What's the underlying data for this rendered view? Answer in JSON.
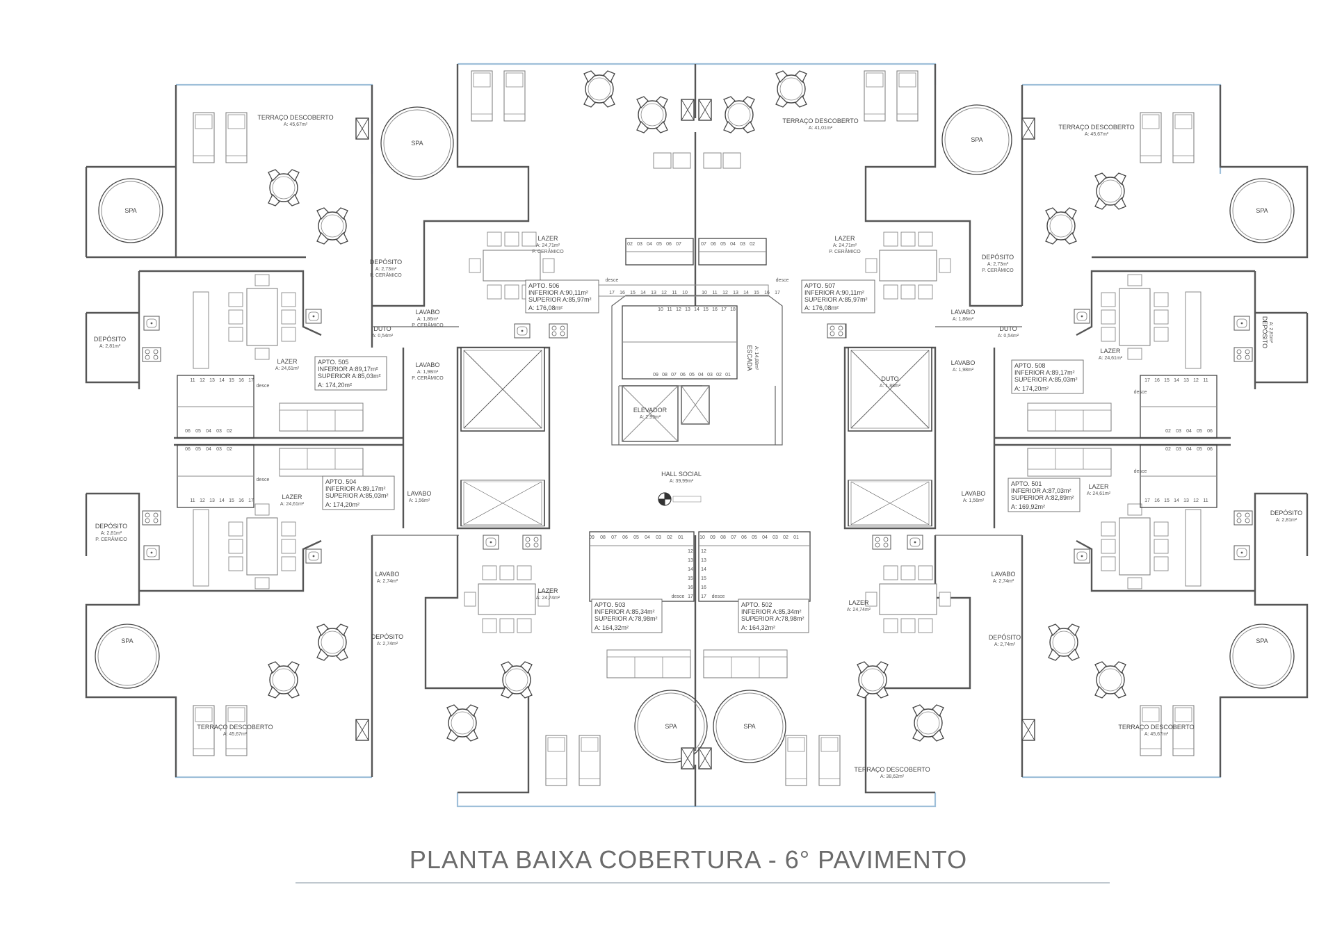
{
  "title": "PLANTA BAIXA  COBERTURA - 6° PAVIMENTO",
  "terraces": [
    {
      "id": "t-tl",
      "name": "TERRAÇO DESCOBERTO",
      "area": "A: 45,67m²"
    },
    {
      "id": "t-tc",
      "name": "TERRAÇO DESCOBERTO",
      "area": "A: 41,01m²"
    },
    {
      "id": "t-tr",
      "name": "TERRAÇO DESCOBERTO",
      "area": "A: 45,67m²"
    },
    {
      "id": "t-bl",
      "name": "TERRAÇO DESCOBERTO",
      "area": "A: 45,67m²"
    },
    {
      "id": "t-bc",
      "name": "TERRAÇO DESCOBERTO",
      "area": "A: 38,62m²"
    },
    {
      "id": "t-br",
      "name": "TERRAÇO DESCOBERTO",
      "area": "A: 45,67m²"
    }
  ],
  "spa_label": "SPA",
  "lazer": [
    {
      "id": "lz-506",
      "name": "LAZER",
      "area": "A: 24,71m²",
      "finish": "P. CERÂMICO"
    },
    {
      "id": "lz-507",
      "name": "LAZER",
      "area": "A: 24,71m²",
      "finish": "P. CERÂMICO"
    },
    {
      "id": "lz-505",
      "name": "LAZER",
      "area": "A: 24,61m²",
      "finish": ""
    },
    {
      "id": "lz-508",
      "name": "LAZER",
      "area": "A: 24,61m²",
      "finish": ""
    },
    {
      "id": "lz-504",
      "name": "LAZER",
      "area": "A: 24,61m²",
      "finish": ""
    },
    {
      "id": "lz-501",
      "name": "LAZER",
      "area": "A: 24,61m²",
      "finish": ""
    },
    {
      "id": "lz-503",
      "name": "LAZER",
      "area": "A: 24,74m²",
      "finish": ""
    },
    {
      "id": "lz-502",
      "name": "LAZER",
      "area": "A: 24,74m²",
      "finish": ""
    }
  ],
  "apartments": [
    {
      "id": "a506",
      "apto": "APTO. 506",
      "inferior": "INFERIOR A:90,11m²",
      "superior": "SUPERIOR A:85,97m²",
      "total": "A: 176,08m²"
    },
    {
      "id": "a507",
      "apto": "APTO. 507",
      "inferior": "INFERIOR A:90,11m²",
      "superior": "SUPERIOR A:85,97m²",
      "total": "A: 176,08m²"
    },
    {
      "id": "a505",
      "apto": "APTO. 505",
      "inferior": "INFERIOR A:89,17m²",
      "superior": "SUPERIOR A:85,03m²",
      "total": "A: 174,20m²"
    },
    {
      "id": "a508",
      "apto": "APTO. 508",
      "inferior": "INFERIOR A:89,17m²",
      "superior": "SUPERIOR A:85,03m²",
      "total": "A: 174,20m²"
    },
    {
      "id": "a504",
      "apto": "APTO. 504",
      "inferior": "INFERIOR A:89,17m²",
      "superior": "SUPERIOR A:85,03m²",
      "total": "A: 174,20m²"
    },
    {
      "id": "a501",
      "apto": "APTO. 501",
      "inferior": "INFERIOR A:87,03m²",
      "superior": "SUPERIOR A:82,89m²",
      "total": "A: 169,92m²"
    },
    {
      "id": "a503",
      "apto": "APTO. 503",
      "inferior": "INFERIOR A:85,34m²",
      "superior": "SUPERIOR A:78,98m²",
      "total": "A: 164,32m²"
    },
    {
      "id": "a502",
      "apto": "APTO. 502",
      "inferior": "INFERIOR A:85,34m²",
      "superior": "SUPERIOR A:78,98m²",
      "total": "A: 164,32m²"
    }
  ],
  "depositos": [
    {
      "id": "d1",
      "name": "DEPÓSITO",
      "area": "A: 2,73m²",
      "finish": "P. CERÂMICO"
    },
    {
      "id": "d2",
      "name": "DEPÓSITO",
      "area": "A: 2,73m²",
      "finish": "P. CERÂMICO"
    },
    {
      "id": "d3",
      "name": "DEPÓSITO",
      "area": "A: 2,81m²",
      "finish": ""
    },
    {
      "id": "d4",
      "name": "DEPÓSITO",
      "area": "A: 2,81m²",
      "finish": ""
    },
    {
      "id": "d5",
      "name": "DEPÓSITO",
      "area": "A: 2,81m²",
      "finish": "P. CERÂMICO"
    },
    {
      "id": "d6",
      "name": "DEPÓSITO",
      "area": "A: 2,81m²",
      "finish": ""
    },
    {
      "id": "d7",
      "name": "DEPÓSITO",
      "area": "A: 2,74m²",
      "finish": ""
    },
    {
      "id": "d8",
      "name": "DEPÓSITO",
      "area": "A: 2,74m²",
      "finish": ""
    }
  ],
  "lavabos": [
    {
      "id": "lv1",
      "name": "LAVABO",
      "area": "A: 1,86m²",
      "finish": "P. CERÂMICO"
    },
    {
      "id": "lv2",
      "name": "LAVABO",
      "area": "A: 1,86m²",
      "finish": ""
    },
    {
      "id": "lv3",
      "name": "LAVABO",
      "area": "A: 1,98m²",
      "finish": "P. CERÂMICO"
    },
    {
      "id": "lv4",
      "name": "LAVABO",
      "area": "A: 1,98m²",
      "finish": ""
    },
    {
      "id": "lv5",
      "name": "LAVABO",
      "area": "A: 1,56m²",
      "finish": ""
    },
    {
      "id": "lv6",
      "name": "LAVABO",
      "area": "A: 1,56m²",
      "finish": ""
    },
    {
      "id": "lv7",
      "name": "LAVABO",
      "area": "A: 2,74m²",
      "finish": ""
    },
    {
      "id": "lv8",
      "name": "LAVABO",
      "area": "A: 2,74m²",
      "finish": ""
    }
  ],
  "dutos": [
    {
      "id": "du1",
      "name": "DUTO",
      "area": "A: 0,54m²"
    },
    {
      "id": "du2",
      "name": "DUTO",
      "area": "A: 0,54m²"
    },
    {
      "id": "du3",
      "name": "DUTO",
      "area": "A: 1,88m²"
    }
  ],
  "core": {
    "escada": "ESCADA",
    "escada_area": "A: 14,88m²",
    "elevador": "ELEVADOR",
    "elevador_area": "A: 2,99m²",
    "hall": "HALL SOCIAL",
    "hall_area": "A: 39,99m²"
  },
  "desce": "desce",
  "steps": {
    "top_left_upper": [
      "02",
      "03",
      "04",
      "05",
      "06",
      "07"
    ],
    "top_left_lower": [
      "17",
      "16",
      "15",
      "14",
      "13",
      "12",
      "11",
      "10"
    ],
    "top_right_upper": [
      "07",
      "06",
      "05",
      "04",
      "03",
      "02"
    ],
    "top_right_lower": [
      "10",
      "11",
      "12",
      "13",
      "14",
      "15",
      "16",
      "17"
    ],
    "core_upper": [
      "10",
      "11",
      "12",
      "13",
      "14",
      "15",
      "16",
      "17",
      "18"
    ],
    "core_lower": [
      "09",
      "08",
      "07",
      "06",
      "05",
      "04",
      "03",
      "02",
      "01"
    ],
    "side_upper": [
      "11",
      "12",
      "13",
      "14",
      "15",
      "16",
      "17"
    ],
    "side_lower": [
      "06",
      "05",
      "04",
      "03",
      "02"
    ],
    "bottom_left": [
      "09",
      "08",
      "07",
      "06",
      "05",
      "04",
      "03",
      "02",
      "01"
    ],
    "bottom_right": [
      "10",
      "09",
      "08",
      "07",
      "06",
      "05",
      "04",
      "03",
      "02",
      "01"
    ],
    "bottom_left_side": [
      "12",
      "13",
      "14",
      "15",
      "16",
      "17"
    ],
    "bottom_right_side": [
      "12",
      "13",
      "14",
      "15",
      "16",
      "17"
    ]
  }
}
